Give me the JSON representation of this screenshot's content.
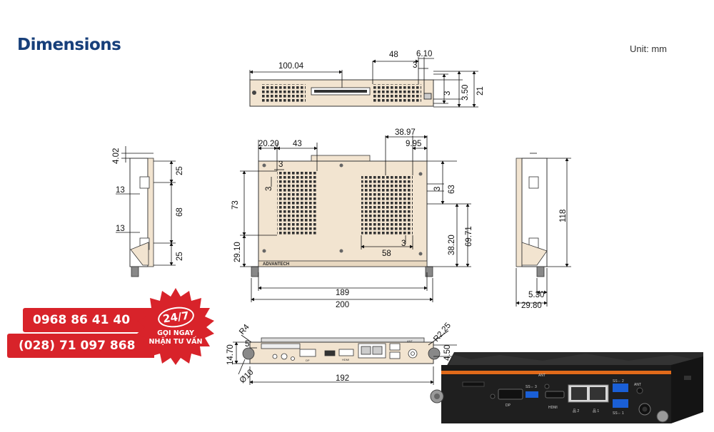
{
  "title": "Dimensions",
  "unit": "Unit: mm",
  "top_view": {
    "d1": "100.04",
    "d2": "48",
    "d3": "6.10",
    "d4": "3",
    "d5": "3",
    "d6": "3.50",
    "d7": "21"
  },
  "left_view": {
    "d1": "4.02",
    "d2": "25",
    "d3": "13",
    "d4": "68",
    "d5": "13",
    "d6": "25"
  },
  "front_view": {
    "d1": "20.20",
    "d2": "43",
    "d3": "38.97",
    "d4": "9.95",
    "d5": "3",
    "d6": "3",
    "d7": "3",
    "d8": "63",
    "d9": "73",
    "d10": "69.71",
    "d11": "29.10",
    "d12": "58",
    "d13": "3",
    "d14": "38.20",
    "d15": "189",
    "d16": "200",
    "logo": "ADVANTECH"
  },
  "right_view": {
    "d1": "118",
    "d2": "5.30",
    "d3": "29.80"
  },
  "io_view": {
    "d1": "R4",
    "d2": "R2.25",
    "d3": "5",
    "d4": "14.70",
    "d5": "4.50",
    "d6": "Ø10",
    "d7": "192",
    "l_dp": "DP",
    "l_hdmi": "HDMI",
    "l_ant": "ANT"
  },
  "product": {
    "ant1": "ANT",
    "ant2": "ANT",
    "usb3": "SS⇔ 3",
    "usb2": "SS⇔ 2",
    "usb1": "SS⇔ 1",
    "dp": "DP",
    "hdmi": "HDMI",
    "lan2": "品 2",
    "lan1": "品 1"
  },
  "contact": {
    "phone1": "0968 86 41 40",
    "phone2": "(028) 71 097 868",
    "badge_top": "24/7",
    "badge_l1": "GỌI NGAY",
    "badge_l2": "NHẬN TƯ VẤN"
  },
  "colors": {
    "panel": "#f2e4d0",
    "accent": "#d8232a",
    "title": "#173f7a",
    "device": "#222",
    "stripe": "#e06a1a"
  }
}
